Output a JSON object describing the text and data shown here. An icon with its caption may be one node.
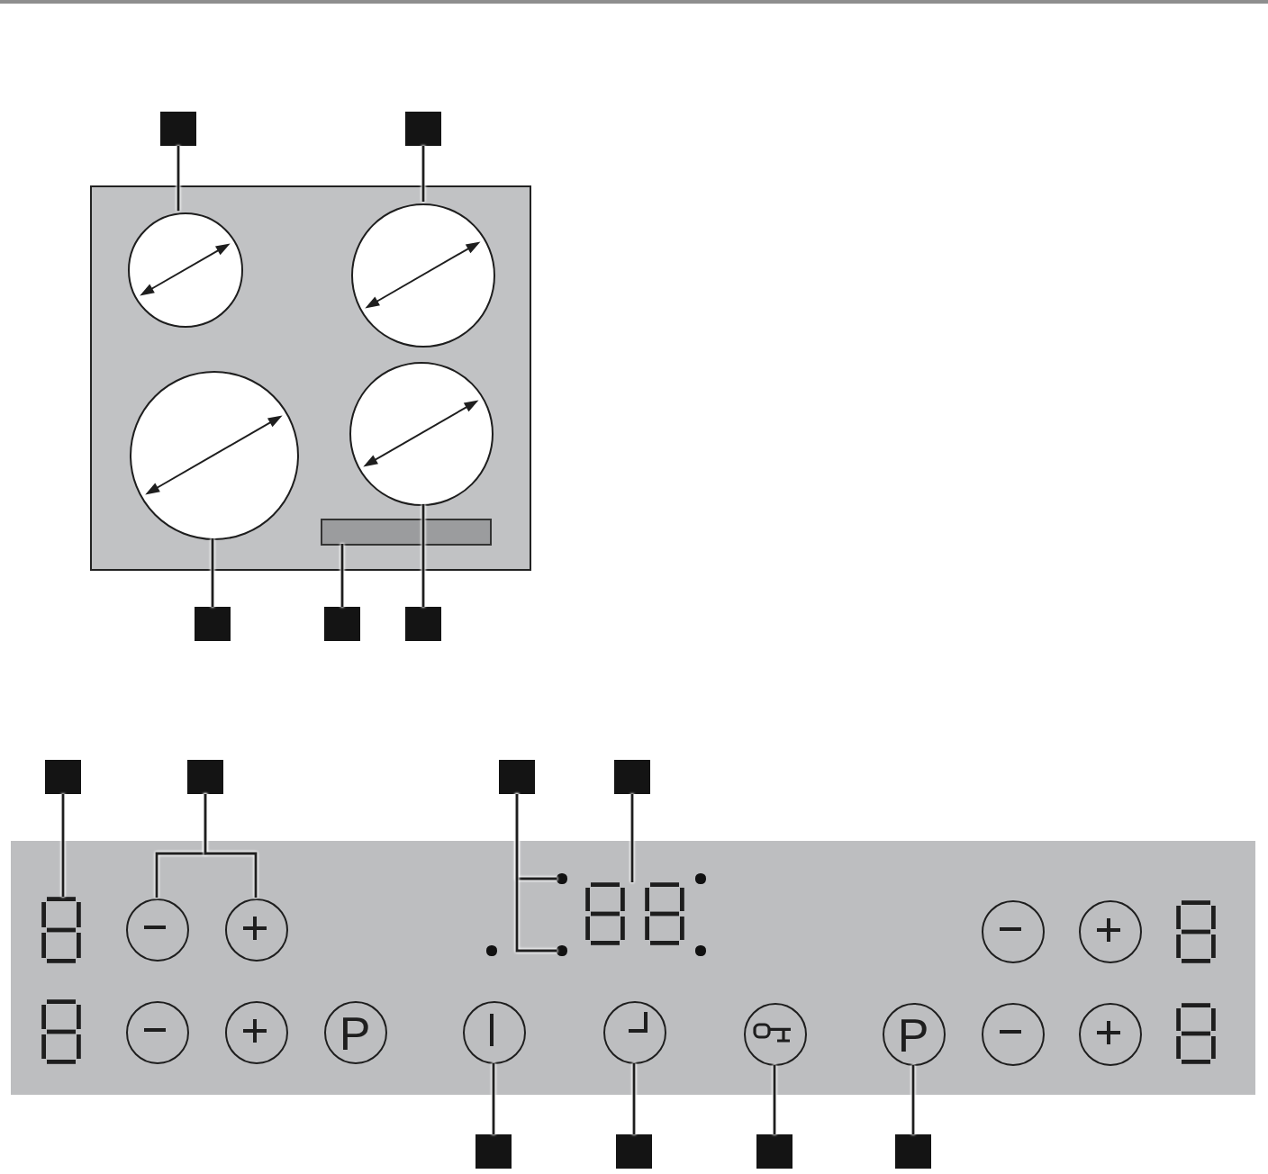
{
  "diagram": {
    "nodes": [
      {
        "text": [],
        "shape": "box"
      },
      {
        "text": [],
        "shape": "box"
      },
      {
        "text": [],
        "shape": "box"
      },
      {
        "text": [],
        "shape": "circle",
        "in": 2
      },
      {
        "text": [],
        "shape": "circle",
        "in": 2
      },
      {
        "text": [],
        "shape": "circle",
        "in": 2
      },
      {
        "text": [],
        "shape": "circle",
        "in": 2
      },
      {
        "text": [],
        "shape": "bar",
        "in": 2
      },
      {
        "text": [],
        "shape": "box"
      },
      {
        "text": [],
        "shape": "box"
      },
      {
        "text": [],
        "shape": "box"
      },
      {
        "text": [],
        "shape": "box"
      },
      {
        "text": [],
        "shape": "box"
      },
      {
        "text": [],
        "shape": "box"
      },
      {
        "text": [],
        "shape": "box"
      },
      {
        "text": [],
        "shape": "box"
      },
      {
        "text": [],
        "shape": "display",
        "in": 15
      },
      {
        "text": [],
        "shape": "circle",
        "in": 15
      },
      {
        "text": [],
        "shape": "circle",
        "in": 15
      },
      {
        "text": [],
        "shape": "dot",
        "in": 15
      },
      {
        "text": [],
        "shape": "display",
        "in": 15
      },
      {
        "text": [],
        "shape": "dot",
        "in": 15
      },
      {
        "text": [],
        "shape": "dot",
        "in": 15
      },
      {
        "text": [],
        "shape": "dot",
        "in": 15
      },
      {
        "text": [],
        "shape": "dot",
        "in": 15
      },
      {
        "text": [],
        "shape": "circle",
        "in": 15
      },
      {
        "text": [],
        "shape": "circle",
        "in": 15
      },
      {
        "text": [],
        "shape": "display",
        "in": 15
      },
      {
        "text": [],
        "shape": "display",
        "in": 15
      },
      {
        "text": [],
        "shape": "circle",
        "in": 15
      },
      {
        "text": [],
        "shape": "circle",
        "in": 15
      },
      {
        "text": [
          "P"
        ],
        "in": 15
      },
      {
        "text": [],
        "shape": "circle",
        "in": 15
      },
      {
        "text": [],
        "shape": "circle",
        "in": 15
      },
      {
        "text": [],
        "shape": "circle",
        "in": 15
      },
      {
        "text": [
          "P"
        ],
        "in": 15
      },
      {
        "text": [],
        "shape": "circle",
        "in": 15
      },
      {
        "text": [],
        "shape": "circle",
        "in": 15
      },
      {
        "text": [],
        "shape": "display",
        "in": 15
      },
      {
        "text": [],
        "shape": "box"
      },
      {
        "text": [],
        "shape": "box"
      },
      {
        "text": [],
        "shape": "box"
      },
      {
        "text": [],
        "shape": "box"
      }
    ],
    "edges": [
      {
        "from": 0,
        "to": 3,
        "arrow": "none"
      },
      {
        "from": 1,
        "to": 4,
        "arrow": "none"
      },
      {
        "from": 8,
        "to": 5,
        "arrow": "none"
      },
      {
        "from": 9,
        "to": 7,
        "arrow": "none"
      },
      {
        "from": 10,
        "to": 6,
        "arrow": "none"
      },
      {
        "from": 11,
        "to": 16,
        "arrow": "none"
      },
      {
        "from": 12,
        "to": 17,
        "arrow": "none"
      },
      {
        "from": 12,
        "to": 18,
        "arrow": "none"
      },
      {
        "from": 13,
        "to": 19,
        "arrow": "none"
      },
      {
        "from": 13,
        "to": 23,
        "arrow": "none"
      },
      {
        "from": 14,
        "to": 20,
        "arrow": "none"
      },
      {
        "from": 39,
        "to": 32,
        "arrow": "none"
      },
      {
        "from": 40,
        "to": 33,
        "arrow": "none"
      },
      {
        "from": 41,
        "to": 34,
        "arrow": "none"
      },
      {
        "from": 42,
        "to": 35,
        "arrow": "none"
      }
    ]
  }
}
